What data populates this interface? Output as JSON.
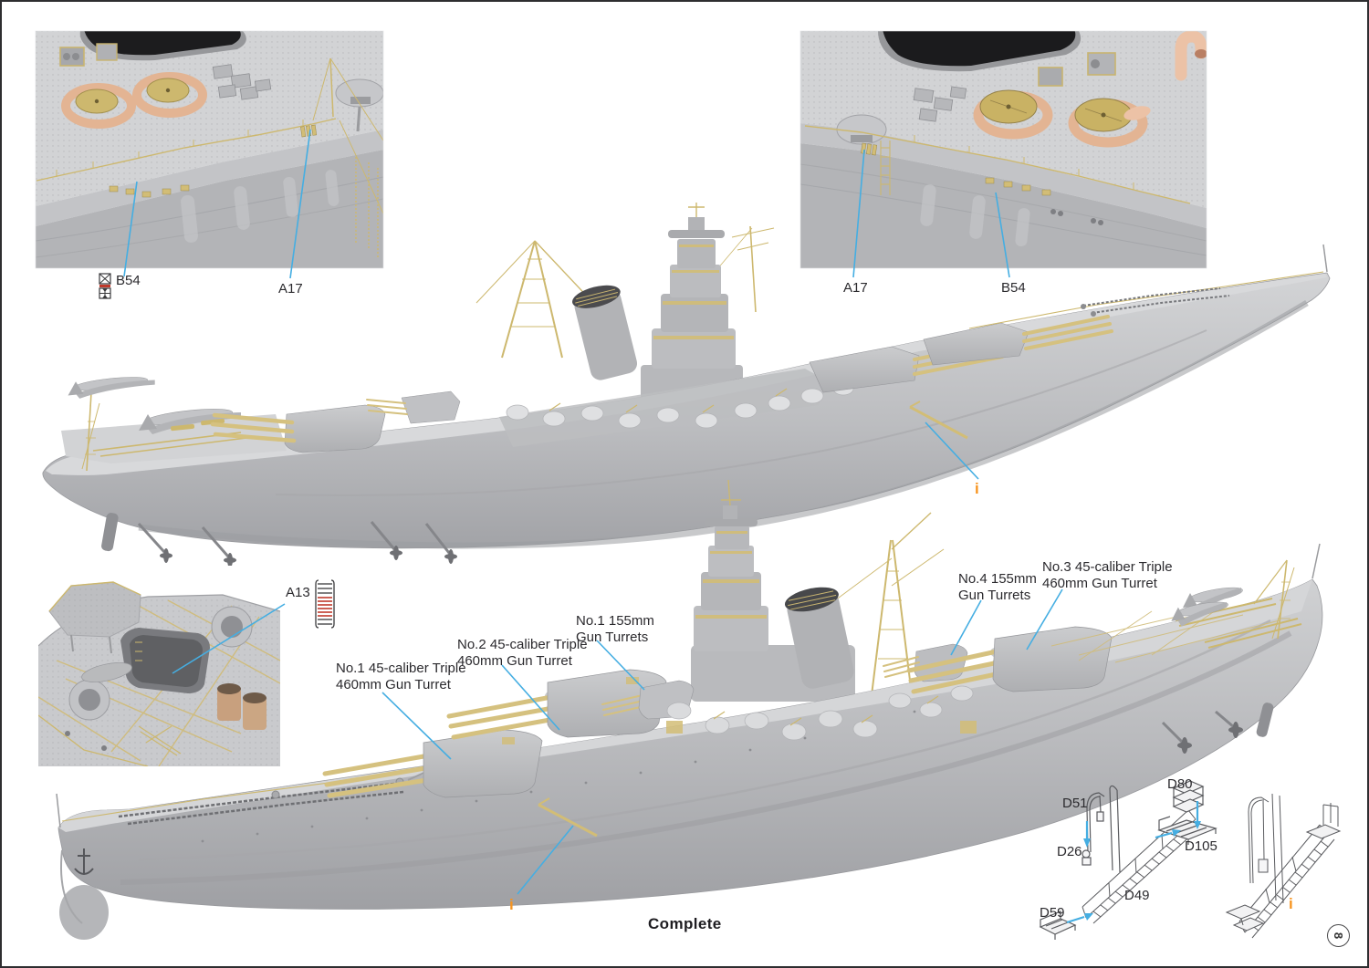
{
  "page": {
    "number": "8"
  },
  "colors": {
    "leader_blue": "#45AEE2",
    "accent_orange": "#F7941E",
    "brass_gold": "#D6C27E",
    "hull_gray": "#BFC0C3",
    "deck_gray": "#D4D5D7",
    "rope_tan": "#E3B493",
    "text_dark": "#2B2A2E"
  },
  "insets": {
    "top_left": {
      "part_labels": [
        {
          "id": "B54",
          "icon": "pe-part-icon"
        },
        {
          "id": "A17"
        }
      ]
    },
    "top_right": {
      "part_labels": [
        {
          "id": "A17"
        },
        {
          "id": "B54"
        }
      ]
    },
    "mid_left": {
      "part_labels": [
        {
          "id": "A13",
          "icon": "ladder-part-icon"
        }
      ]
    }
  },
  "ship_views": {
    "top": {
      "info_marker": "i"
    },
    "bottom": {
      "info_marker": "i",
      "caption": "Complete",
      "turret_labels": [
        {
          "line1": "No.1 45-caliber Triple",
          "line2": "460mm Gun Turret"
        },
        {
          "line1": "No.2 45-caliber Triple",
          "line2": "460mm Gun Turret"
        },
        {
          "line1": "No.1 155mm",
          "line2": "Gun Turrets"
        },
        {
          "line1": "No.4 155mm",
          "line2": "Gun Turrets"
        },
        {
          "line1": "No.3 45-caliber Triple",
          "line2": "460mm Gun Turret"
        }
      ]
    }
  },
  "assembly_diagram": {
    "part_labels": [
      "D51",
      "D26",
      "D80",
      "D105",
      "D49",
      "D59"
    ],
    "info_marker": "i"
  }
}
